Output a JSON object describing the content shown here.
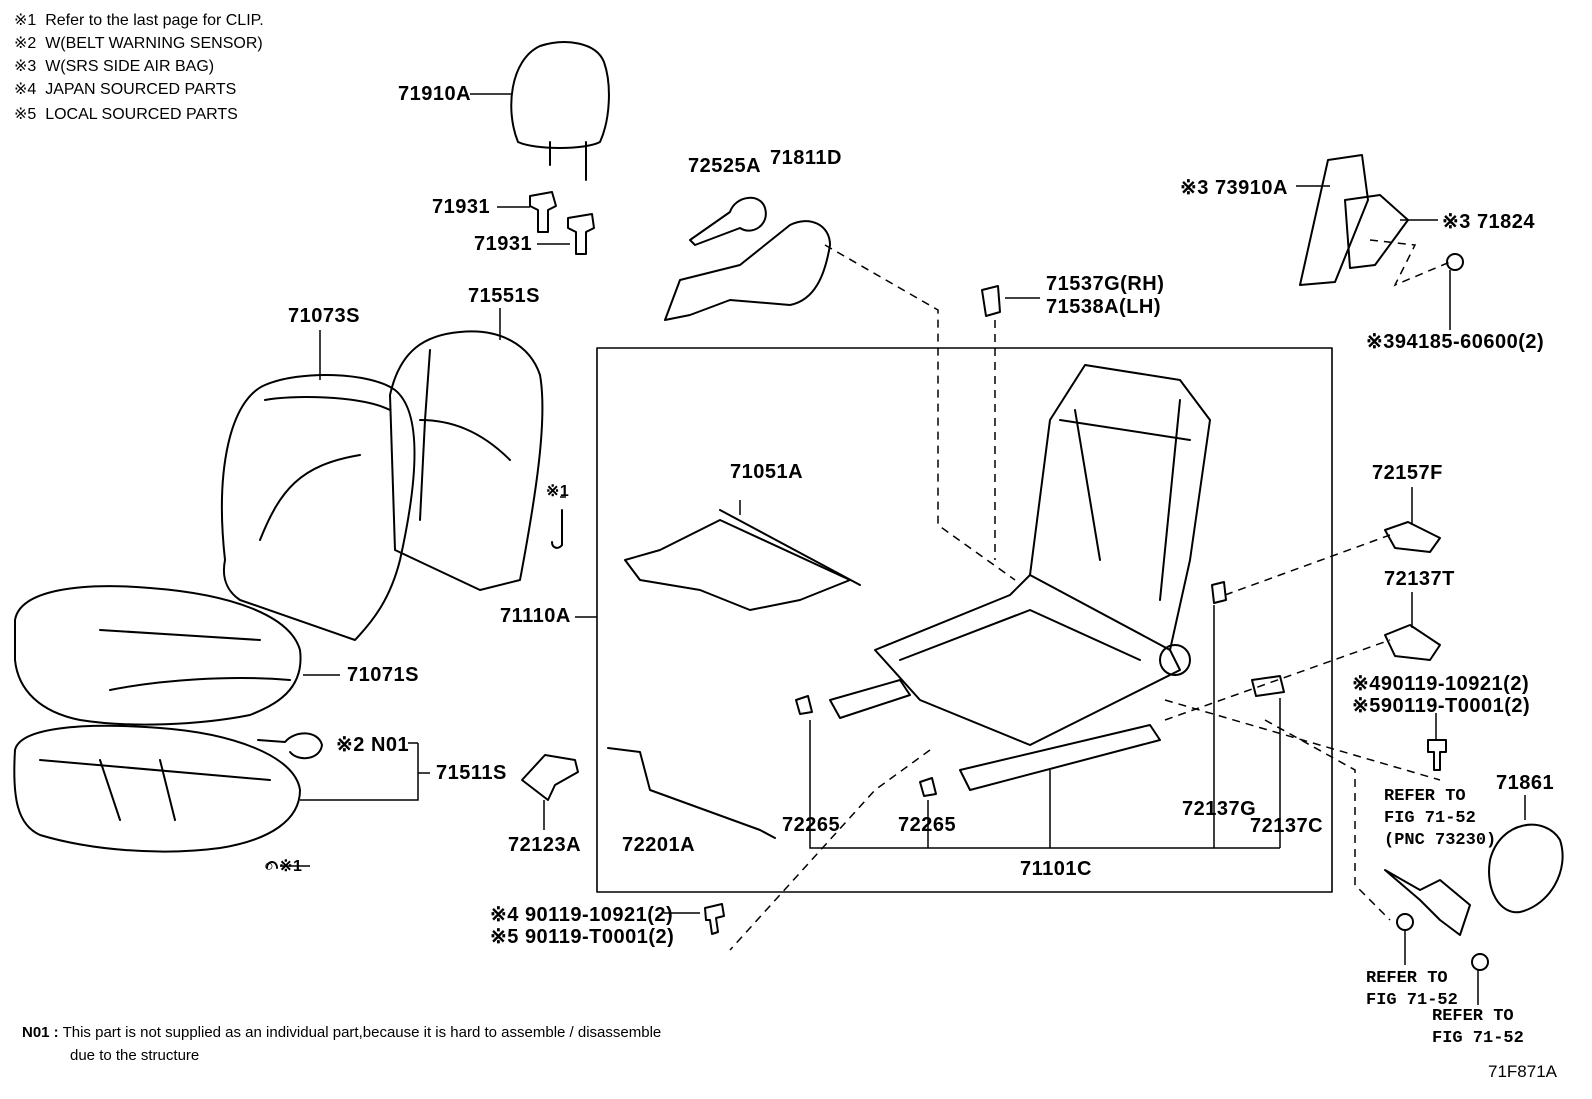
{
  "notes": [
    {
      "mark": "※1",
      "text": "Refer to the last page for CLIP."
    },
    {
      "mark": "※2",
      "text": "W(BELT WARNING SENSOR)"
    },
    {
      "mark": "※3",
      "text": "W(SRS SIDE AIR BAG)"
    },
    {
      "mark": "※4",
      "text": "JAPAN SOURCED PARTS"
    },
    {
      "mark": "※5",
      "text": "LOCAL SOURCED PARTS"
    }
  ],
  "parts": {
    "p71910A": "71910A",
    "p71931a": "71931",
    "p71931b": "71931",
    "p72525A": "72525A",
    "p71811D": "71811D",
    "p71073S": "71073S",
    "p71551S": "71551S",
    "clip1a": "※1",
    "p71071S": "71071S",
    "n01": "※2 N01",
    "p71511S": "71511S",
    "clip1b": "○ ※1",
    "p72123A": "72123A",
    "p71110A": "71110A",
    "p71051A": "71051A",
    "p72201A": "72201A",
    "p72265a": "72265",
    "p72265b": "72265",
    "p71101C": "71101C",
    "p72137G": "72137G",
    "p72137C": "72137C",
    "p71537G": "71537G(RH)",
    "p71538A": "71538A(LH)",
    "p73910A": "※3 73910A",
    "p71824": "※3 71824",
    "p94185": "※394185-60600(2)",
    "p72157F": "72157F",
    "p72137T": "72137T",
    "bolt4_right": "※490119-10921(2)",
    "bolt5_right": "※590119-T0001(2)",
    "bolt4_bottom": "※4 90119-10921(2)",
    "bolt5_bottom": "※5 90119-T0001(2)",
    "p71861": "71861"
  },
  "refs": {
    "ref_pnc": "REFER TO\nFIG 71-52\n(PNC 73230)",
    "ref_a": "REFER TO\nFIG 71-52",
    "ref_b": "REFER TO\nFIG 71-52"
  },
  "footnote": {
    "mark": "N01 :",
    "line1": "This part is not supplied as an individual part,because it is hard to assemble / disassemble",
    "line2": "due to the structure"
  },
  "figure_code": "71F871A"
}
